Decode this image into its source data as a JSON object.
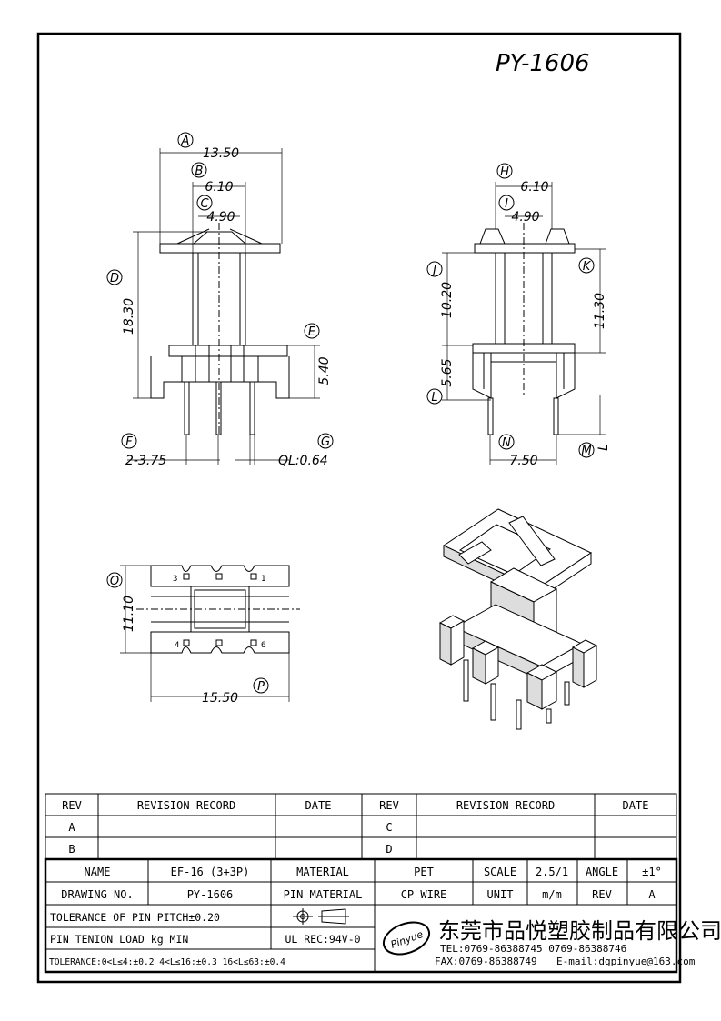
{
  "part_number": "PY-1606",
  "dimensions": {
    "A": "13.50",
    "B": "6.10",
    "C": "4.90",
    "D": "18.30",
    "E": "5.40",
    "F": "2-3.75",
    "G": "QL:0.64",
    "H": "6.10",
    "I": "4.90",
    "J": "10.20",
    "K": "11.30",
    "L": "5.65",
    "M": "L",
    "N": "7.50",
    "O": "11.10",
    "P": "15.50"
  },
  "callouts": [
    "A",
    "B",
    "C",
    "D",
    "E",
    "F",
    "G",
    "H",
    "I",
    "J",
    "K",
    "L",
    "M",
    "N",
    "O",
    "P"
  ],
  "pin_numbers": [
    "3",
    "1",
    "4",
    "6"
  ],
  "revision_table": {
    "headers": [
      "REV",
      "REVISION RECORD",
      "DATE",
      "REV",
      "REVISION RECORD",
      "DATE"
    ],
    "rows": [
      [
        "A",
        "",
        "",
        "C",
        "",
        ""
      ],
      [
        "B",
        "",
        "",
        "D",
        "",
        ""
      ]
    ]
  },
  "title_block": {
    "name_label": "NAME",
    "name_value": "EF-16 (3+3P)",
    "material_label": "MATERIAL",
    "material_value": "PET",
    "scale_label": "SCALE",
    "scale_value": "2.5/1",
    "angle_label": "ANGLE",
    "angle_value": "±1°",
    "drawing_no_label": "DRAWING NO.",
    "drawing_no_value": "PY-1606",
    "pin_material_label": "PIN MATERIAL",
    "pin_material_value": "CP WIRE",
    "unit_label": "UNIT",
    "unit_value": "m/m",
    "rev_label": "REV",
    "rev_value": "A",
    "tol_pitch": "TOLERANCE OF PIN PITCH±0.20",
    "pin_tension": "PIN TENION LOAD      kg MIN",
    "ul_rec": "UL REC:94V-0",
    "tolerance": "TOLERANCE:0<L≤4:±0.2  4<L≤16:±0.3  16<L≤63:±0.4",
    "company": "东莞市品悦塑胶制品有限公司",
    "logo_text": "Pinyue",
    "tel": "TEL:0769-86388745    0769-86388746",
    "fax": "FAX:0769-86388749",
    "email": "E-mail:dgpinyue@163.com"
  }
}
